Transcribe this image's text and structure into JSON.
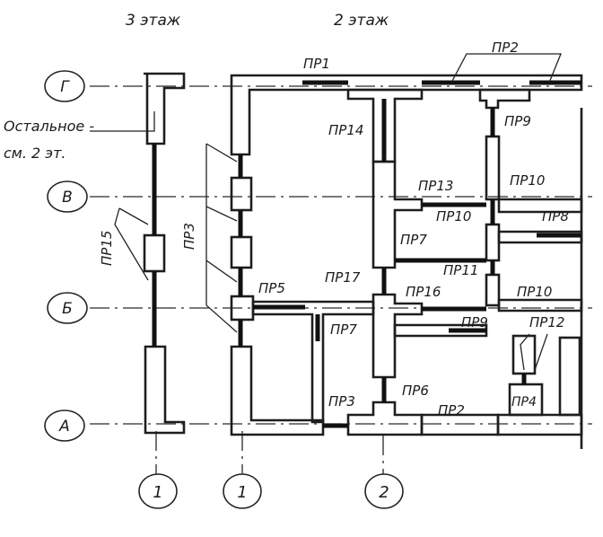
{
  "headers": {
    "floor3": "3 этаж",
    "floor2": "2 этаж"
  },
  "note": {
    "line1": "Остальное -",
    "line2": "см. 2 эт."
  },
  "axes_rows": [
    "Г",
    "В",
    "Б",
    "А"
  ],
  "axes_cols": [
    "1",
    "1",
    "2"
  ],
  "marks": {
    "pr1": "ПР1",
    "pr2_top": "ПР2",
    "pr14": "ПР14",
    "pr9_top": "ПР9",
    "pr13": "ПР13",
    "pr10_a": "ПР10",
    "pr10_b": "ПР10",
    "pr8": "ПР8",
    "pr7_a": "ПР7",
    "pr11": "ПР11",
    "pr17": "ПР17",
    "pr16": "ПР16",
    "pr10_c": "ПР10",
    "pr5": "ПР5",
    "pr15": "ПР15",
    "pr3_v": "ПР3",
    "pr7_b": "ПР7",
    "pr9_b": "ПР9",
    "pr12": "ПР12",
    "pr6": "ПР6",
    "pr3": "ПР3",
    "pr2_bot": "ПР2",
    "pr4": "ПР4"
  },
  "colors": {
    "ink": "#1e1e1e",
    "paper": "#ffffff"
  }
}
